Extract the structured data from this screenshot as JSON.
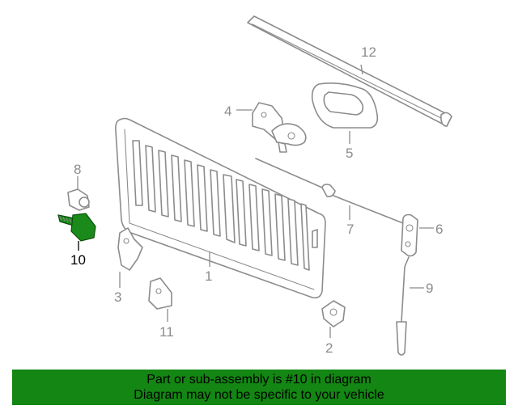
{
  "callouts": {
    "c1": "1",
    "c2": "2",
    "c3": "3",
    "c4": "4",
    "c5": "5",
    "c6": "6",
    "c7": "7",
    "c8": "8",
    "c9": "9",
    "c10": "10",
    "c11": "11",
    "c12": "12"
  },
  "highlight": {
    "part_number": "10",
    "color": "#1a8a1a"
  },
  "banner": {
    "background": "#138613",
    "line1": "Part or sub-assembly is #10 in diagram",
    "line2": "Diagram may not be specific to your vehicle"
  }
}
